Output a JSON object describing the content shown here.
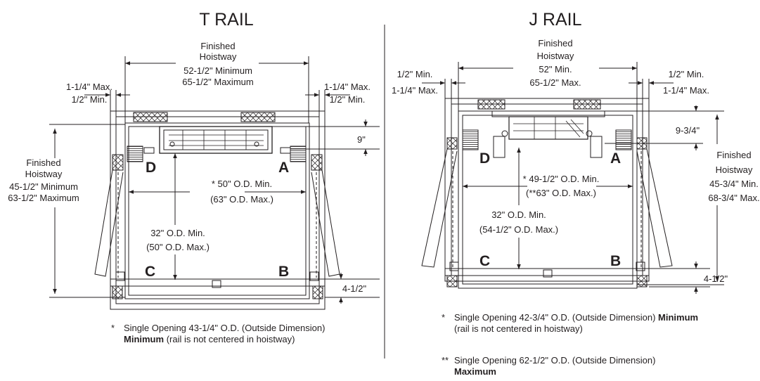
{
  "t_rail": {
    "title": "T RAIL",
    "hoistway_width": [
      "Finished",
      "Hoistway",
      "52-1/2\" Minimum",
      "65-1/2\"  Maximum"
    ],
    "left_gap": [
      "1-1/4\" Max.",
      "1/2\" Min."
    ],
    "right_gap": [
      "1-1/4\" Max.",
      "1/2\" Min."
    ],
    "hoistway_depth": [
      "Finished",
      "Hoistway",
      "45-1/2\" Minimum",
      "63-1/2\" Maximum"
    ],
    "rail_offset": "9\"",
    "car_width": [
      "* 50\" O.D. Min.",
      "(63\" O.D. Max.)"
    ],
    "car_depth": [
      "32\" O.D. Min.",
      "(50\" O.D. Max.)"
    ],
    "bottom_gap": "4-1/2\"",
    "corners": {
      "a": "A",
      "b": "B",
      "c": "C",
      "d": "D"
    },
    "note": {
      "marker": "*",
      "text_1": "Single Opening 43-1/4\" O.D. (Outside Dimension)",
      "bold": "Minimum",
      "text_2": "(rail is not centered in hoistway)"
    }
  },
  "j_rail": {
    "title": "J RAIL",
    "hoistway_width": [
      "Finished",
      "Hoistway",
      "52\" Min.",
      "65-1/2\" Max."
    ],
    "left_gap": [
      "1/2\" Min.",
      "1-1/4\" Max."
    ],
    "right_gap": [
      "1/2\" Min.",
      "1-1/4\" Max."
    ],
    "hoistway_depth": [
      "Finished",
      "Hoistway",
      "45-3/4\" Min.",
      "68-3/4\" Max."
    ],
    "rail_offset": "9-3/4\"",
    "car_width": [
      "* 49-1/2\" O.D. Min.",
      "(**63\" O.D. Max.)"
    ],
    "car_depth": [
      "32\" O.D. Min.",
      "(54-1/2\" O.D. Max.)"
    ],
    "bottom_gap": "4-1/2\"",
    "corners": {
      "a": "A",
      "b": "B",
      "c": "C",
      "d": "D"
    },
    "note_1": {
      "marker": "*",
      "text_1": "Single Opening 42-3/4\" O.D. (Outside Dimension)",
      "bold": "Minimum",
      "text_2": "(rail is not centered in hoistway)"
    },
    "note_2": {
      "marker": "**",
      "text_1": "Single Opening 62-1/2\" O.D. (Outside Dimension)",
      "bold": "Maximum"
    }
  }
}
